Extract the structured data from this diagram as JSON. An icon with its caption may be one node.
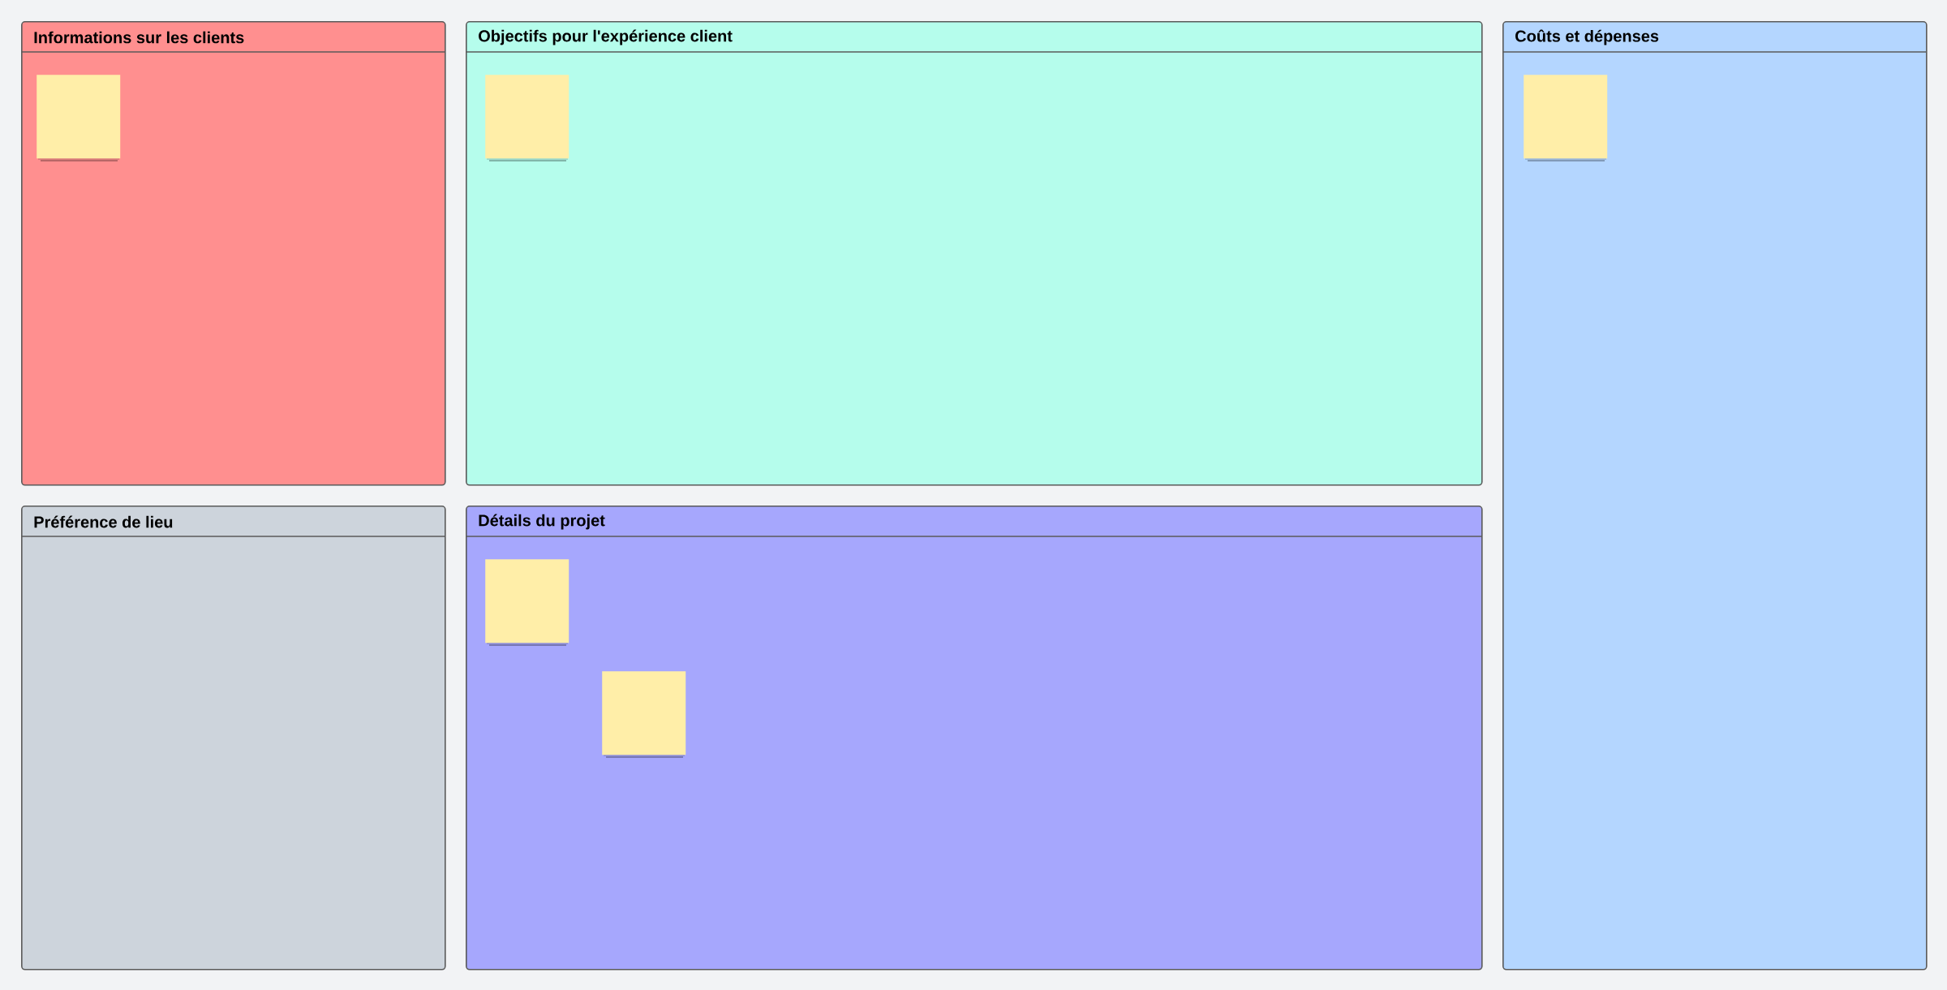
{
  "diagram": {
    "nodes": [
      {
        "text": [
          "Informations sur les clients"
        ]
      },
      {
        "text": [],
        "shape": "box",
        "in": 0
      },
      {
        "text": [
          "Objectifs pour l'expérience client"
        ]
      },
      {
        "text": [],
        "shape": "box",
        "in": 2
      },
      {
        "text": [
          "Coûts et dépenses"
        ]
      },
      {
        "text": [],
        "shape": "box",
        "in": 4
      },
      {
        "text": [
          "Préférence de lieu"
        ]
      },
      {
        "text": [
          "Détails du projet"
        ]
      },
      {
        "text": [],
        "shape": "box",
        "in": 7
      },
      {
        "text": [],
        "shape": "box",
        "in": 7
      }
    ]
  }
}
